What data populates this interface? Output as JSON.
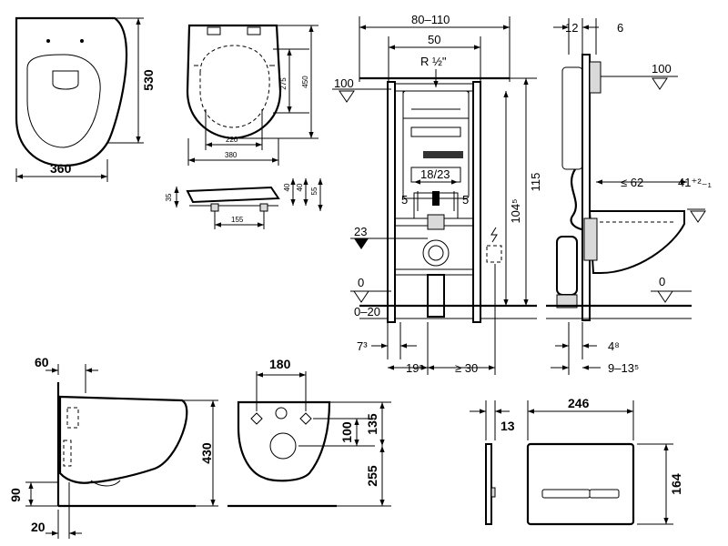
{
  "pan_top": {
    "width": "360",
    "length": "530"
  },
  "seat_top": {
    "inner_length": "275",
    "outer_length": "450",
    "hinge_span": "220",
    "width": "380"
  },
  "seat_side": {
    "thickness": "35",
    "d1": "40",
    "d2": "40",
    "d3": "55",
    "hinge_offset": "155"
  },
  "frame_front": {
    "width_range": "80–110",
    "inner_width": "50",
    "water_inlet": "R ½\"",
    "floor_level_left": "100",
    "drain_spacing": "18/23",
    "offset_left": "5",
    "offset_right": "5",
    "height": "115",
    "height_to_inlet": "104⁵",
    "drain_height": "23",
    "floor_zero": "0",
    "floor_adjust": "0–20",
    "foot_offset": "7³",
    "drain_offset": "19⁵",
    "min_offset": "≥ 30"
  },
  "frame_side": {
    "depth_top": "12",
    "depth_right": "6",
    "level_100": "100",
    "pan_projection": "≤ 62",
    "pan_height": "41⁺²₋₁",
    "floor_zero": "0",
    "foot_depth": "4⁸",
    "wall_range": "9–13⁵"
  },
  "pan_side": {
    "projection": "60",
    "height": "430",
    "outlet_height": "90",
    "gap": "20"
  },
  "pan_back": {
    "fixing_span": "180",
    "hole_spacing": "100",
    "upper": "135",
    "lower": "255"
  },
  "flush_plate_side": {
    "depth": "13"
  },
  "flush_plate_front": {
    "width": "246",
    "height": "164"
  },
  "colors": {
    "line": "#000000",
    "background": "#ffffff"
  }
}
